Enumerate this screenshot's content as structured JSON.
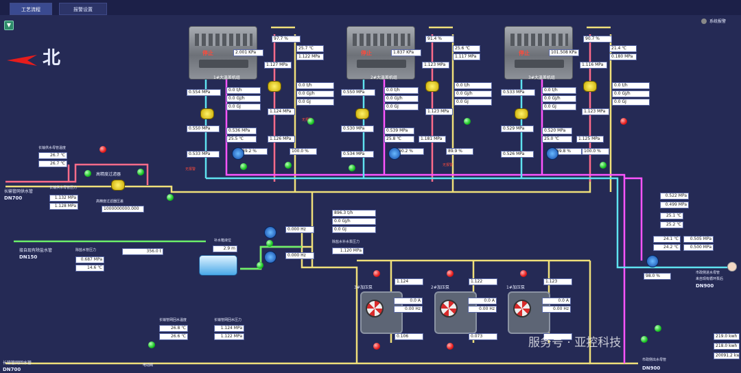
{
  "tabs": [
    "工艺流程",
    "报警设置"
  ],
  "north_label": "北",
  "alarm_label": "系统报警",
  "stop_label": "停止",
  "engines": [
    {
      "name": "1#大温差机组",
      "p1": "2.001",
      "u1": "KPa",
      "t_top": "97.7",
      "t_top_u": "%",
      "t1": "25.7",
      "t1_u": "℃",
      "p_out": "1.122",
      "p_out_u": "MPa",
      "p2": "1.127",
      "p2_u": "MPa",
      "p3": "0.554",
      "p3_u": "MPa",
      "flow": "0.0",
      "flow_u": "t/h",
      "q1": "0.0",
      "q1_u": "GJ/h",
      "q2": "0.0",
      "q2_u": "GJ",
      "f1": "0.0",
      "f1_u": "t/h",
      "f2": "0.0",
      "f2_u": "GJ/h",
      "f3": "0.0",
      "f3_u": "GJ",
      "p4": "1.124",
      "p4_u": "MPa",
      "p5": "0.550",
      "p5_u": "MPa",
      "p6": "0.536",
      "p6_u": "MPa",
      "t2": "25.5",
      "t2_u": "℃",
      "p7": "1.126",
      "p7_u": "MPa",
      "p8": "0.533",
      "p8_u": "MPa",
      "pct1": "89.2",
      "pct1_u": "%",
      "pct2": "100.0",
      "pct2_u": "%",
      "alarm_txt": "无报警"
    },
    {
      "name": "2#大温差机组",
      "p1": "1.837",
      "u1": "KPa",
      "t_top": "91.4",
      "t_top_u": "%",
      "t1": "25.6",
      "t1_u": "℃",
      "p_out": "1.117",
      "p_out_u": "MPa",
      "p2": "1.123",
      "p2_u": "MPa",
      "p3": "0.550",
      "p3_u": "MPa",
      "flow": "0.0",
      "flow_u": "t/h",
      "q1": "0.0",
      "q1_u": "GJ/h",
      "q2": "0.0",
      "q2_u": "GJ",
      "f1": "0.0",
      "f1_u": "t/h",
      "f2": "0.0",
      "f2_u": "GJ/h",
      "f3": "0.0",
      "f3_u": "GJ",
      "p4": "1.123",
      "p4_u": "MPa",
      "p5": "0.530",
      "p5_u": "MPa",
      "p6": "0.539",
      "p6_u": "MPa",
      "t2": "25.8",
      "t2_u": "℃",
      "p7": "1.181",
      "p7_u": "MPa",
      "p8": "0.534",
      "p8_u": "MPa",
      "pct1": "90.2",
      "pct1_u": "%",
      "pct2": "89.9",
      "pct2_u": "%",
      "alarm_txt": "无报警"
    },
    {
      "name": "3#大温差机组",
      "p1": "101.508",
      "u1": "KPa",
      "t_top": "90.7",
      "t_top_u": "%",
      "t1": "21.4",
      "t1_u": "℃",
      "p_out": "0.180",
      "p_out_u": "MPa",
      "p2": "1.116",
      "p2_u": "MPa",
      "p3": "0.533",
      "p3_u": "MPa",
      "flow": "0.0",
      "flow_u": "t/h",
      "q1": "0.0",
      "q1_u": "GJ/h",
      "q2": "0.0",
      "q2_u": "GJ",
      "f1": "0.0",
      "f1_u": "t/h",
      "f2": "0.0",
      "f2_u": "GJ/h",
      "f3": "0.0",
      "f3_u": "GJ",
      "p4": "1.123",
      "p4_u": "MPa",
      "p5": "0.529",
      "p5_u": "MPa",
      "p6": "0.520",
      "p6_u": "MPa",
      "t2": "25.0",
      "t2_u": "℃",
      "p7": "1.125",
      "p7_u": "MPa",
      "p8": "0.526",
      "p8_u": "MPa",
      "pct1": "89.8",
      "pct1_u": "%",
      "pct2": "100.0",
      "pct2_u": "%"
    }
  ],
  "left": {
    "supply_temp_label": "长输供水母管温度",
    "supply_t1": "26.7",
    "supply_t2": "26.7",
    "temp_u": "℃",
    "supply_press_label": "长输供水母管压力",
    "supply_p1": "1.132",
    "supply_p2": "1.128",
    "press_u": "MPa",
    "supply_pipe": "长输管网供水管",
    "supply_dn": "DN700",
    "hp_filter": "高精度过滤器",
    "hp_filter_dp": "高精度过滤器压差",
    "filter_val": "1000000000.000",
    "softwater_pipe": "接自现有除盐水管",
    "softwater_dn": "DN150",
    "softwater_press": "除盐水管压力",
    "sw_p": "0.687",
    "sw_t": "14.6",
    "tank_flow": "356.0",
    "tank_flow_u": "t",
    "tank_label": "补水箱液位",
    "tank_level": "2.9",
    "tank_level_u": "m",
    "hz1": "0.000",
    "hz2": "0.000",
    "hz_u": "Hz",
    "return_temp_label": "长输管网回水温度",
    "return_t1": "26.8",
    "return_t2": "26.6",
    "return_press_label": "长输管网回水压力",
    "return_p1": "1.124",
    "return_p2": "1.122",
    "return_pipe": "长输管网回水管",
    "return_dn": "DN700",
    "elec_valve": "电动阀"
  },
  "middle": {
    "f_flow": "896.3",
    "f_flow_u": "t/h",
    "f_q": "0.0",
    "f_q_u": "GJ/h",
    "f_e": "0.0",
    "f_e_u": "GJ",
    "make_press_label": "除盐水补水泵压力",
    "make_press": "1.120",
    "make_press_u": "MPa"
  },
  "boosters": [
    {
      "name": "3#加压泵",
      "p_top": "1.124",
      "amp": "0.0",
      "amp_u": "A",
      "hz": "0.00",
      "hz_u": "Hz",
      "p_bot": "0.106"
    },
    {
      "name": "2#加压泵",
      "p_top": "1.122",
      "amp": "0.0",
      "amp_u": "A",
      "hz": "0.00",
      "hz_u": "Hz",
      "p_bot": "0.073"
    },
    {
      "name": "1#加压泵",
      "p_top": "1.123",
      "amp": "0.0",
      "amp_u": "A",
      "hz": "0.00",
      "hz_u": "Hz",
      "p_bot": ""
    }
  ],
  "right": {
    "p1": "0.522",
    "p2": "0.499",
    "u_mpa": "MPa",
    "t1": "25.1",
    "t2": "25.2",
    "u_c": "℃",
    "ta": "24.1",
    "tb": "24.2",
    "pa": "0.505",
    "pb": "0.500",
    "pct": "98.0",
    "pct_u": "%",
    "inlet_pipe": "市政侧进水母管",
    "inlet_sub": "来自现有循环泵后",
    "inlet_dn": "DN900",
    "outlet_pipe": "市政侧出水母管",
    "outlet_dn": "DN900",
    "kwh1": "219.0",
    "kwh2": "218.0",
    "kwh3": "20091.2",
    "kwh_u": "kwh"
  },
  "watermark": "服务号 · 亚控科技"
}
